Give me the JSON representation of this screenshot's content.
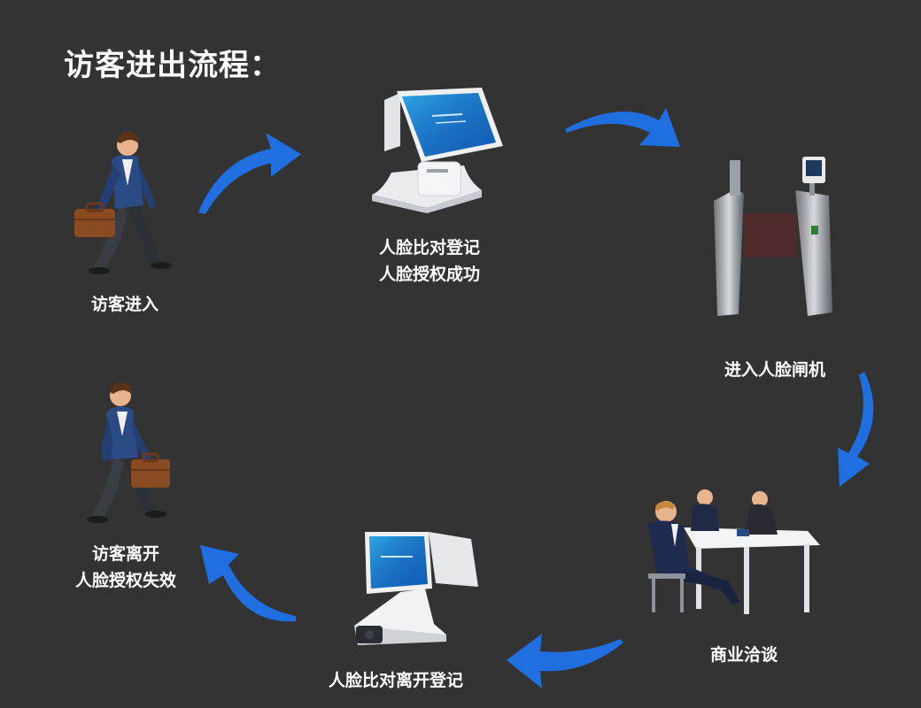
{
  "title": "访客进出流程：",
  "steps": {
    "visitor_enter": {
      "label": "访客进入",
      "icon": "walking-businessman-icon"
    },
    "face_register": {
      "line1": "人脸比对登记",
      "line2": "人脸授权成功",
      "icon": "face-recognition-terminal-icon"
    },
    "gate": {
      "label": "进入人脸闸机",
      "icon": "face-recognition-turnstile-icon"
    },
    "meeting": {
      "label": "商业洽谈",
      "icon": "business-meeting-icon"
    },
    "exit_register": {
      "label": "人脸比对离开登记",
      "icon": "face-recognition-terminal-icon"
    },
    "visitor_leave": {
      "line1": "访客离开",
      "line2": "人脸授权失效",
      "icon": "walking-businessman-icon"
    }
  },
  "colors": {
    "background": "#333333",
    "arrow": "#1f6fe0",
    "text": "#ffffff"
  }
}
